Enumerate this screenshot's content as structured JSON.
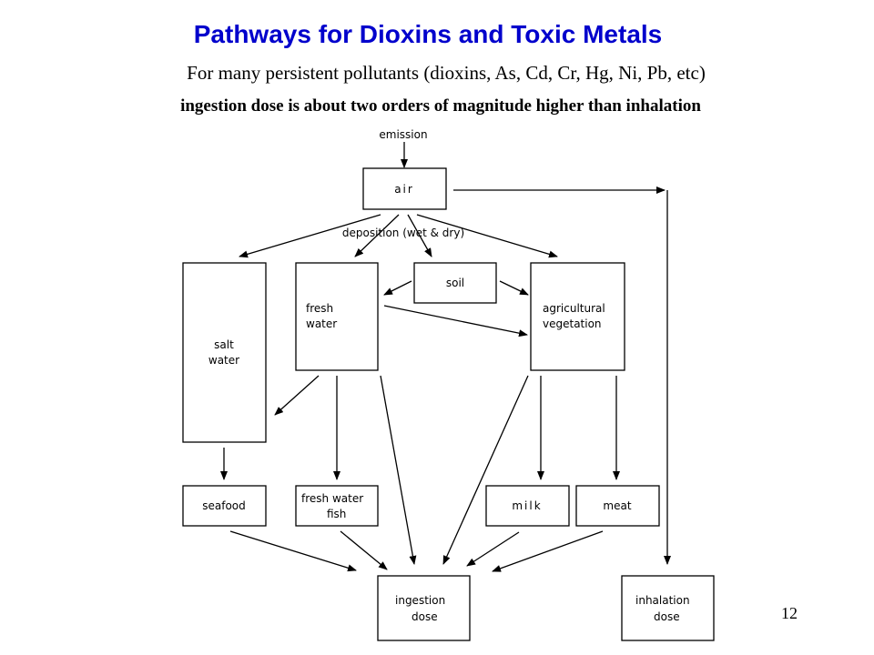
{
  "title": "Pathways for Dioxins and Toxic Metals",
  "subtitle": "For many persistent pollutants (dioxins, As, Cd, Cr, Hg, Ni, Pb, etc)",
  "subtitle2": "ingestion dose is about two orders of magnitude higher than inhalation",
  "page_number": "12",
  "diagram": {
    "emission": "emission",
    "air": "air",
    "deposition": "deposition (wet & dry)",
    "soil": "soil",
    "salt_water": [
      "salt",
      "water"
    ],
    "fresh_water": [
      "fresh",
      "water"
    ],
    "agricultural_vegetation": [
      "agricultural",
      "vegetation"
    ],
    "seafood": "seafood",
    "fresh_water_fish": [
      "fresh water",
      "fish"
    ],
    "milk": "milk",
    "meat": "meat",
    "ingestion_dose": [
      "ingestion",
      "dose"
    ],
    "inhalation_dose": [
      "inhalation",
      "dose"
    ]
  }
}
